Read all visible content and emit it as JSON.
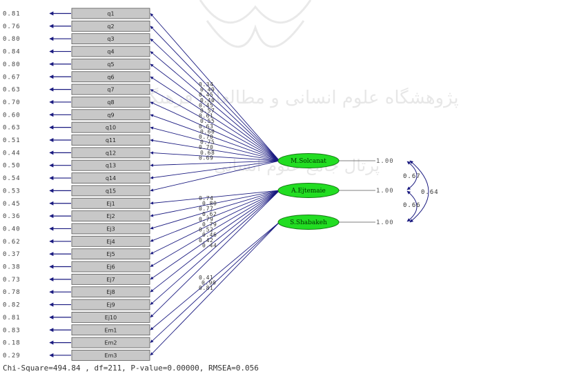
{
  "indicators": [
    {
      "name": "q1",
      "error": "0.81"
    },
    {
      "name": "q2",
      "error": "0.76"
    },
    {
      "name": "q3",
      "error": "0.80"
    },
    {
      "name": "q4",
      "error": "0.84"
    },
    {
      "name": "q5",
      "error": "0.80"
    },
    {
      "name": "q6",
      "error": "0.67"
    },
    {
      "name": "q7",
      "error": "0.63"
    },
    {
      "name": "q8",
      "error": "0.70"
    },
    {
      "name": "q9",
      "error": "0.60"
    },
    {
      "name": "q10",
      "error": "0.63"
    },
    {
      "name": "q11",
      "error": "0.51"
    },
    {
      "name": "q12",
      "error": "0.44"
    },
    {
      "name": "q13",
      "error": "0.50"
    },
    {
      "name": "q14",
      "error": "0.54"
    },
    {
      "name": "q15",
      "error": "0.53"
    },
    {
      "name": "Ej1",
      "error": "0.45"
    },
    {
      "name": "Ej2",
      "error": "0.36"
    },
    {
      "name": "Ej3",
      "error": "0.40"
    },
    {
      "name": "Ej4",
      "error": "0.62"
    },
    {
      "name": "Ej5",
      "error": "0.37"
    },
    {
      "name": "Ej6",
      "error": "0.38"
    },
    {
      "name": "Ej7",
      "error": "0.73"
    },
    {
      "name": "Ej8",
      "error": "0.78"
    },
    {
      "name": "Ej9",
      "error": "0.82"
    },
    {
      "name": "Ej10",
      "error": "0.81"
    },
    {
      "name": "Em1",
      "error": "0.83"
    },
    {
      "name": "Em2",
      "error": "0.18"
    },
    {
      "name": "Em3",
      "error": "0.29"
    }
  ],
  "factors": [
    {
      "name": "M.Solcanat",
      "variance": "1.00",
      "first": 0,
      "last": 14
    },
    {
      "name": "A.Ejtemaie",
      "variance": "1.00",
      "first": 15,
      "last": 24
    },
    {
      "name": "S.Shabakeh",
      "variance": "1.00",
      "first": 25,
      "last": 27
    }
  ],
  "loadings": [
    [
      "0.34",
      "0.49",
      "0.45",
      "0.40",
      "0.45",
      "0.57",
      "0.61",
      "0.55",
      "0.63",
      "0.60",
      "0.70",
      "0.75",
      "0.70",
      "0.68",
      "0.69"
    ],
    [
      "0.74",
      "0.80",
      "0.77",
      "0.62",
      "0.79",
      "0.79",
      "0.52",
      "0.46",
      "0.42",
      "0.44"
    ],
    [
      "0.41",
      "0.90",
      "0.81"
    ]
  ],
  "covariances": [
    {
      "between": [
        "M.Solcanat",
        "A.Ejtemaie"
      ],
      "value": "0.67"
    },
    {
      "between": [
        "M.Solcanat",
        "S.Shabakeh"
      ],
      "value": "0.64"
    },
    {
      "between": [
        "A.Ejtemaie",
        "S.Shabakeh"
      ],
      "value": "0.66"
    }
  ],
  "colors": {
    "indicator_fill": "#c8c8c8",
    "factor_fill": "#22dd22",
    "path": "#1a1a80"
  },
  "watermark": {
    "text": "پژوهشگاه علوم انسانی و مطالعات فرهنگی",
    "subtext": "پرتال جامع علوم انسانی"
  },
  "fit": "Chi-Square=494.84 , df=211, P-value=0.00000, RMSEA=0.056"
}
